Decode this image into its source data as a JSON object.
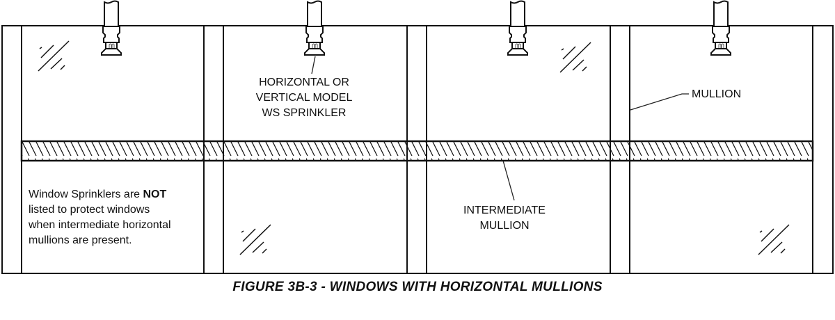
{
  "labels": {
    "sprinkler": [
      "HORIZONTAL OR",
      "VERTICAL MODEL",
      "WS SPRINKLER"
    ],
    "mullion": "MULLION",
    "intermediate_mullion": [
      "INTERMEDIATE",
      "MULLION"
    ]
  },
  "note": {
    "before": "Window Sprinklers are ",
    "emphasis": "NOT",
    "after": [
      "listed to protect windows",
      "when intermediate horizontal",
      "mullions are present."
    ]
  },
  "caption": "FIGURE 3B-3 - WINDOWS WITH HORIZONTAL MULLIONS",
  "colors": {
    "line": "#111111",
    "background": "#ffffff"
  }
}
